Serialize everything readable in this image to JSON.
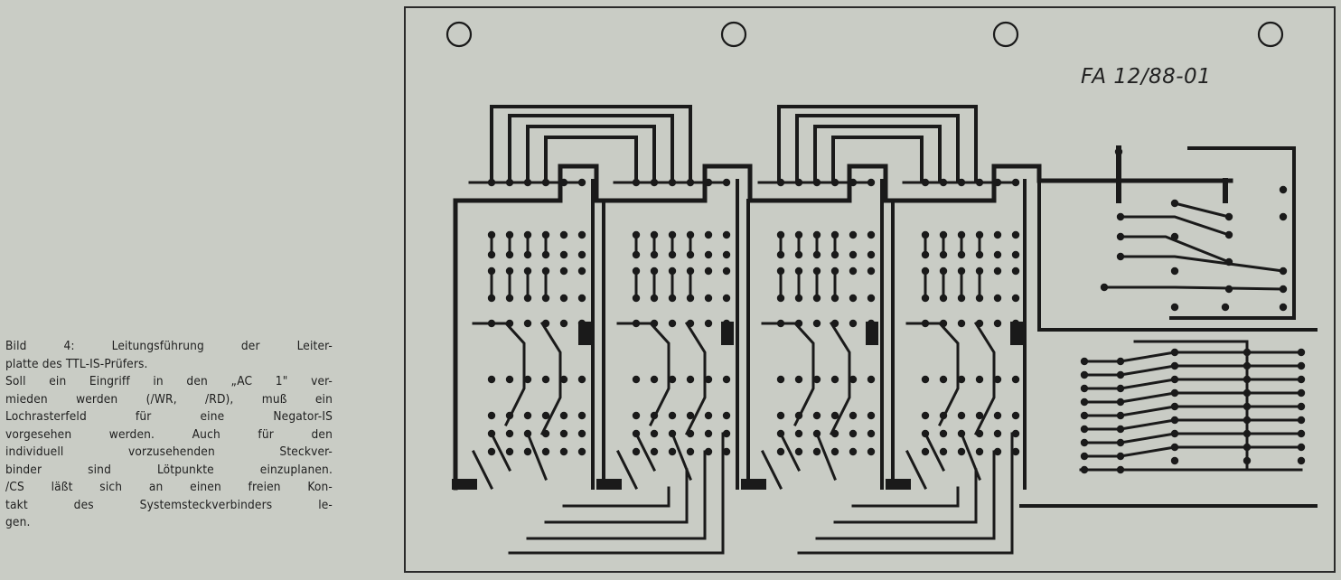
{
  "caption": {
    "lines": [
      "Bild 4: Leitungsführung der Leiter-",
      "platte des TTL-IS-Prüfers.",
      "Soll ein Eingriff in den „AC 1\" ver-",
      "mieden werden (/WR, /RD), muß ein",
      "Lochrasterfeld für eine Negator-IS",
      "vorgesehen werden. Auch für den",
      "individuell vorzusehenden Steckver-",
      "binder sind Lötpunkte einzuplanen.",
      "/CS läßt sich an einen freien Kon-",
      "takt des Systemsteckverbinders le-",
      "gen."
    ]
  },
  "board": {
    "label": "FA 12/88-01",
    "trace_color": "#1a1a1a",
    "background_color": "#c9ccc5"
  }
}
